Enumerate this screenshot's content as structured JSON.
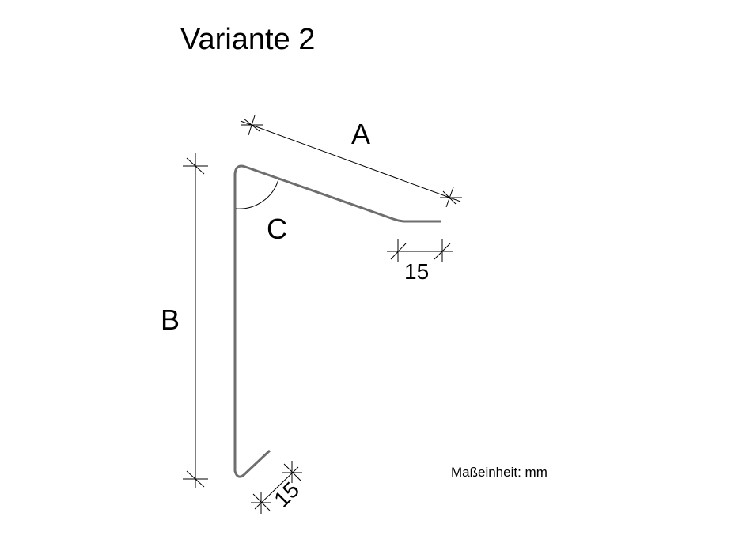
{
  "title": "Variante 2",
  "labels": {
    "a": "A",
    "b": "B",
    "c": "C",
    "flange_top": "15",
    "flange_bottom": "15"
  },
  "unit_note": "Maßeinheit: mm",
  "colors": {
    "profile": "#6e6e6e",
    "dimension": "#000000"
  }
}
